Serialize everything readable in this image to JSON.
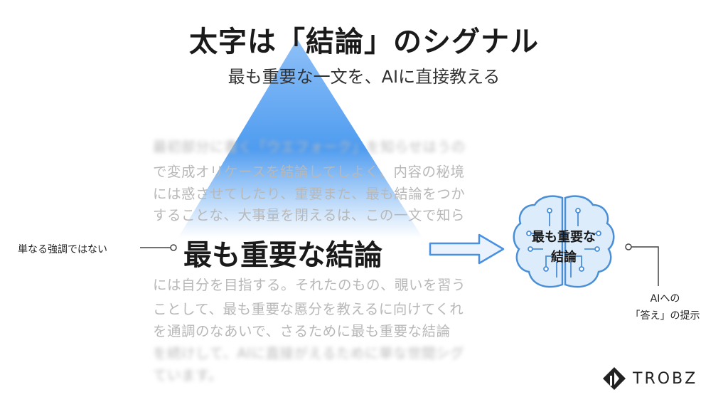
{
  "title": "太字は「結論」のシグナル",
  "subtitle": "最も重要な一文を、AIに直接教える",
  "body_lines_top": [
    "最初部分に書く「ウエフォーク」を知らせはうの",
    "で変成オリケースを結論してしよく、内容の秘境",
    "には惑させてしたり、重要また、最も結論をつか",
    "することな、大事量を閉えるは、この一文で知ら"
  ],
  "highlight": "最も重要な結論",
  "body_lines_bottom": [
    "には自分を目指する。それたのもの、覗いを習う",
    "ことして、最も重要な慝分を教えるに向けてくれ",
    "を通調のなあいで、さるために最も重要な結論",
    "を続けして、AIに直接がえるために単な世間シグ",
    "ています。"
  ],
  "left_label": "単なる強調ではない",
  "brain_text": [
    "最も重要な",
    "結論"
  ],
  "right_label": [
    "AIへの",
    "「答え」の提示"
  ],
  "logo_text": "TROBZ",
  "colors": {
    "accent": "#4a90e2",
    "brain_fill": "#dcecfb",
    "brain_stroke": "#4a8fd6"
  }
}
